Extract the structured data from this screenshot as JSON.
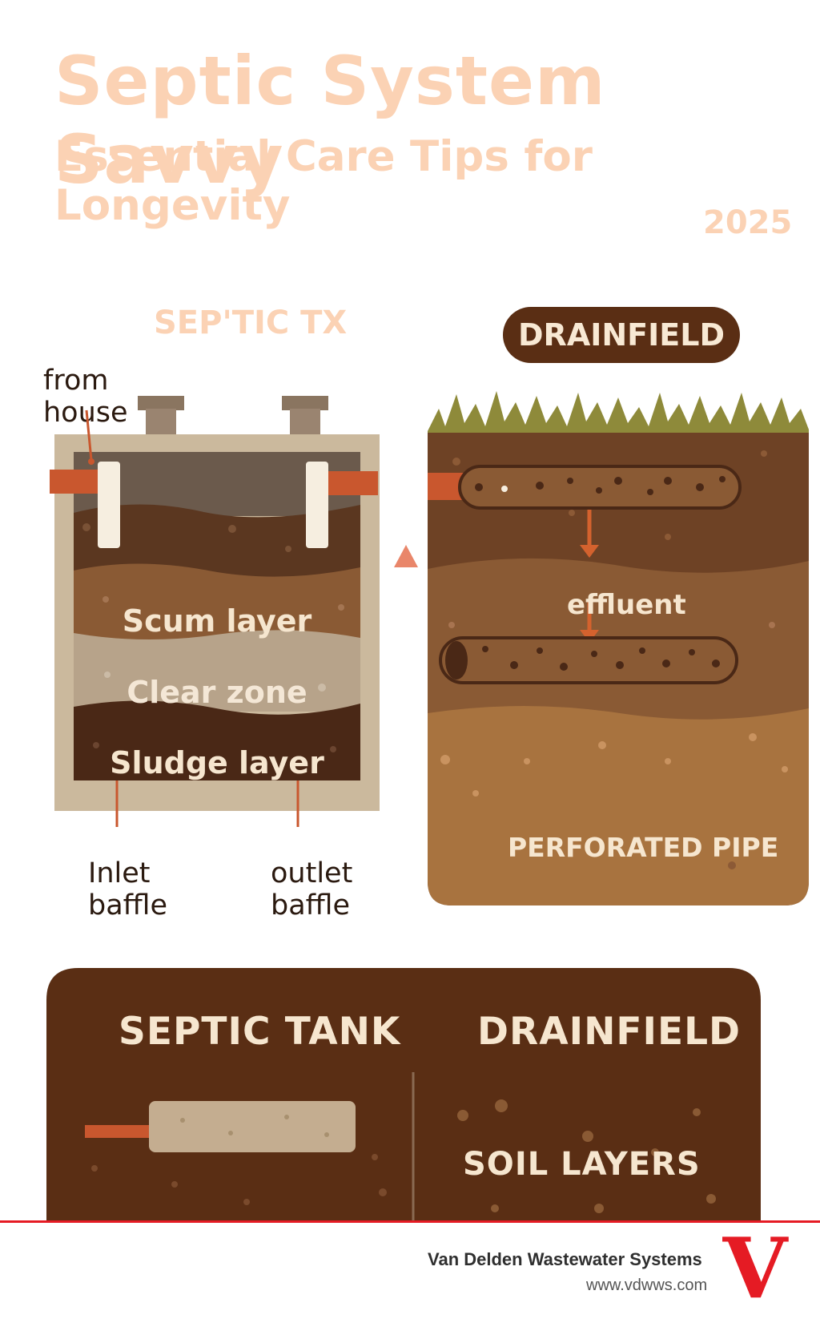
{
  "header": {
    "title": "Septic System Savvy",
    "subtitle": "Essential Care Tips for Longevity",
    "year": "2025"
  },
  "tank": {
    "heading": "SEP'TIC TX",
    "inlet_note": "from\nhouse",
    "layers": [
      "Scum layer",
      "Clear zone",
      "Sludge layer"
    ],
    "inlet_baffle": "Inlet\nbaffle",
    "outlet_baffle": "outlet\nbaffle"
  },
  "drainfield": {
    "heading": "DRAINFIELD",
    "effluent_label": "effluent",
    "pipe_label": "PERFORATED PIPE"
  },
  "bottom_panel": {
    "left_title": "SEPTIC TANK",
    "right_title": "DRAINFIELD",
    "soil_label": "SOIL LAYERS"
  },
  "footer": {
    "company": "Van Delden Wastewater Systems",
    "url": "www.vdwws.com",
    "logo_letter": "V"
  },
  "colors": {
    "title_peach": "#fbd2b4",
    "dark_brown": "#5a2e14",
    "pipe_orange": "#c9572e",
    "brand_red": "#e51b24"
  }
}
